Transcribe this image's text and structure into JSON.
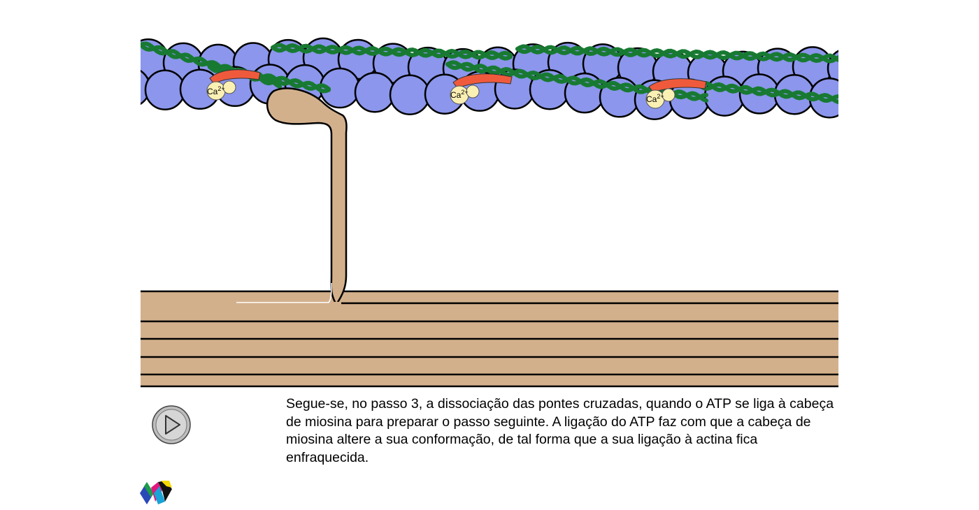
{
  "diagram": {
    "calcium_label": "Ca",
    "calcium_charge": "2+",
    "colors": {
      "actin": "#8b96ec",
      "tropomyosin": "#187a32",
      "troponin": "#f05a3c",
      "calcium": "#fbf0b4",
      "myosin": "#d3b08c",
      "outline": "#000000"
    }
  },
  "controls": {
    "play_icon": "play-icon"
  },
  "caption": {
    "text": "Segue-se, no passo 3, a dissociação das pontes cruzadas, quando o ATP se liga à cabeça de miosina para preparar o passo seguinte. A ligação do ATP faz com que a cabeça de miosina altere a sua conformação, de tal forma que a sua ligação à actina fica enfraquecida."
  },
  "logo": {
    "icon": "publisher-logo-icon"
  }
}
